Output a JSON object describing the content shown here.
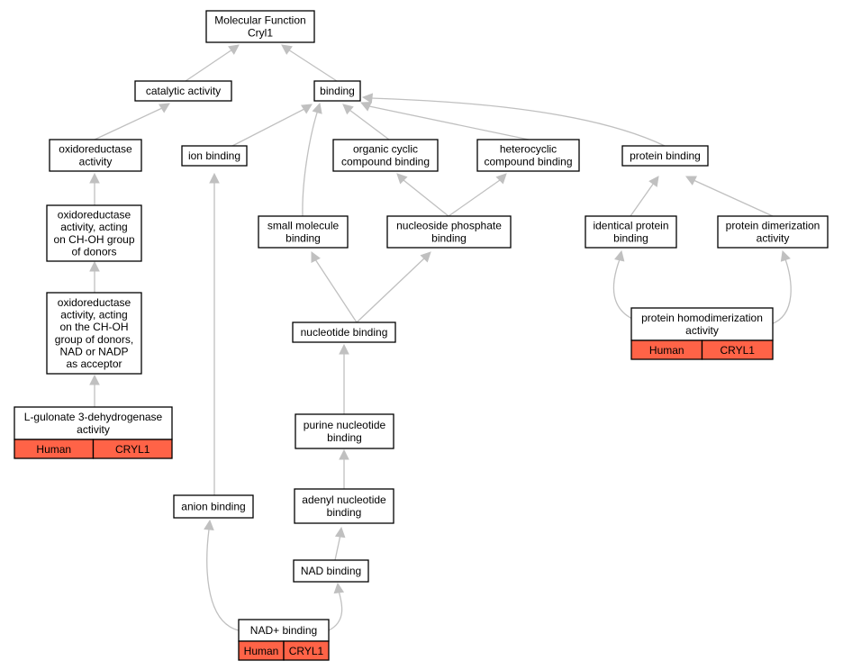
{
  "colors": {
    "annotation_fill": "#ff6347",
    "edge": "#c0c0c0",
    "node_fill": "#ffffff",
    "node_stroke": "#000000"
  },
  "nodes": {
    "mf": [
      "Molecular Function",
      "Cryl1"
    ],
    "catalytic": [
      "catalytic activity"
    ],
    "binding": [
      "binding"
    ],
    "oxidoreductase": [
      "oxidoreductase",
      "activity"
    ],
    "ion_binding": [
      "ion binding"
    ],
    "organic_cyclic": [
      "organic cyclic",
      "compound binding"
    ],
    "heterocyclic": [
      "heterocyclic",
      "compound binding"
    ],
    "protein_binding": [
      "protein binding"
    ],
    "oxido_choh": [
      "oxidoreductase",
      "activity, acting",
      "on CH-OH group",
      "of donors"
    ],
    "small_molecule": [
      "small molecule",
      "binding"
    ],
    "nucleoside_phosphate": [
      "nucleoside phosphate",
      "binding"
    ],
    "identical_protein": [
      "identical protein",
      "binding"
    ],
    "protein_dimerization": [
      "protein dimerization",
      "activity"
    ],
    "oxido_nad": [
      "oxidoreductase",
      "activity, acting",
      "on the CH-OH",
      "group of donors,",
      "NAD or NADP",
      "as acceptor"
    ],
    "nucleotide_binding": [
      "nucleotide binding"
    ],
    "protein_homodimerization": [
      "protein homodimerization",
      "activity"
    ],
    "l_gulonate": [
      "L-gulonate 3-dehydrogenase",
      "activity"
    ],
    "purine_nucleotide": [
      "purine nucleotide",
      "binding"
    ],
    "anion_binding": [
      "anion binding"
    ],
    "adenyl_nucleotide": [
      "adenyl nucleotide",
      "binding"
    ],
    "nad_binding": [
      "NAD binding"
    ],
    "nad_plus": [
      "NAD+ binding"
    ]
  },
  "annotations": {
    "protein_homodimerization": [
      "Human",
      "CRYL1"
    ],
    "l_gulonate": [
      "Human",
      "CRYL1"
    ],
    "nad_plus": [
      "Human",
      "CRYL1"
    ]
  }
}
